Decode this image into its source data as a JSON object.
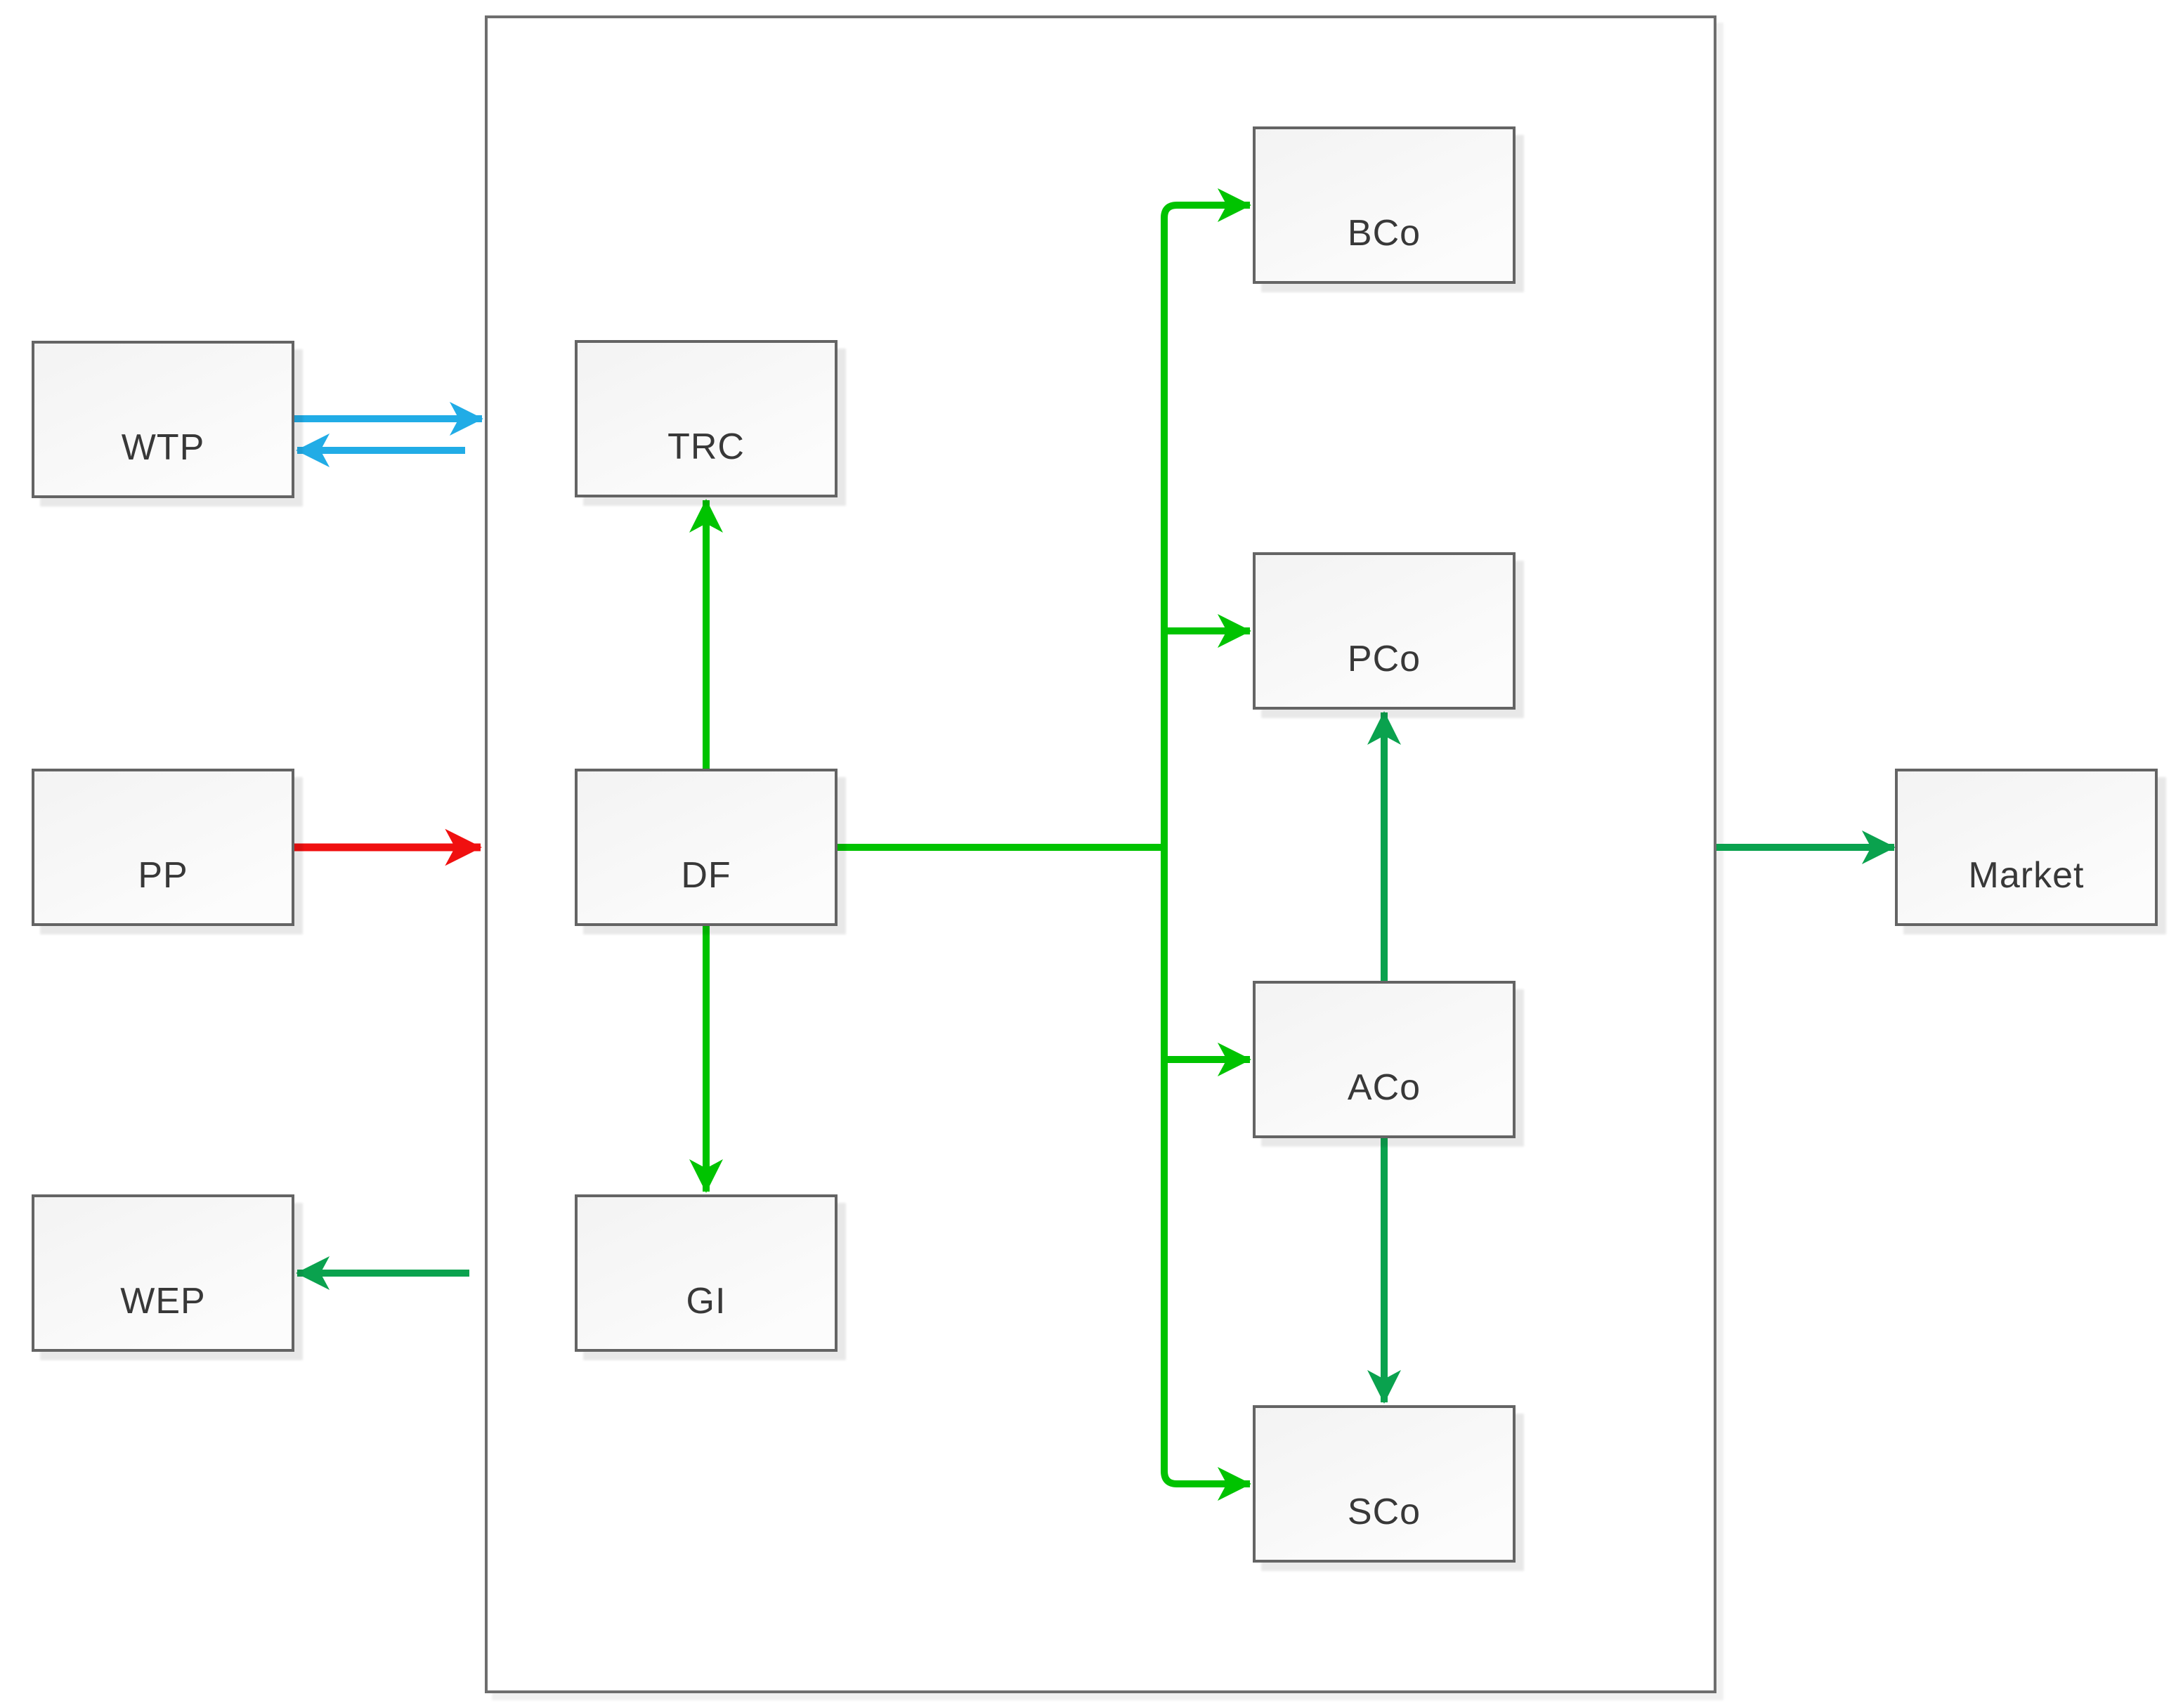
{
  "diagram": {
    "nodes": {
      "wtp": {
        "label": "WTP"
      },
      "pp": {
        "label": "PP"
      },
      "wep": {
        "label": "WEP"
      },
      "trc": {
        "label": "TRC"
      },
      "df": {
        "label": "DF"
      },
      "gi": {
        "label": "GI"
      },
      "bco": {
        "label": "BCo"
      },
      "pco": {
        "label": "PCo"
      },
      "aco": {
        "label": "ACo"
      },
      "sco": {
        "label": "SCo"
      },
      "market": {
        "label": "Market"
      }
    },
    "edges": [
      {
        "id": "wtp-to-group",
        "from": "wtp",
        "to": "group",
        "color": "blue"
      },
      {
        "id": "group-to-wtp",
        "from": "group",
        "to": "wtp",
        "color": "blue"
      },
      {
        "id": "pp-to-group",
        "from": "pp",
        "to": "group",
        "color": "red"
      },
      {
        "id": "group-to-wep",
        "from": "group",
        "to": "wep",
        "color": "green_dark"
      },
      {
        "id": "df-to-trc",
        "from": "df",
        "to": "trc",
        "color": "green_bright"
      },
      {
        "id": "df-to-gi",
        "from": "df",
        "to": "gi",
        "color": "green_bright"
      },
      {
        "id": "df-to-bco",
        "from": "df",
        "to": "bco",
        "color": "green_bright"
      },
      {
        "id": "df-to-pco",
        "from": "df",
        "to": "pco",
        "color": "green_bright"
      },
      {
        "id": "df-to-aco",
        "from": "df",
        "to": "aco",
        "color": "green_bright"
      },
      {
        "id": "df-to-sco",
        "from": "df",
        "to": "sco",
        "color": "green_bright"
      },
      {
        "id": "aco-to-pco",
        "from": "aco",
        "to": "pco",
        "color": "green_dark"
      },
      {
        "id": "aco-to-sco",
        "from": "aco",
        "to": "sco",
        "color": "green_dark"
      },
      {
        "id": "group-to-market",
        "from": "group",
        "to": "market",
        "color": "green_dark"
      }
    ],
    "colors": {
      "green_bright": "#00C300",
      "green_dark": "#0AA24E",
      "blue": "#21ACE6",
      "red": "#F01010",
      "box_border": "#646464",
      "container_border": "#6E6E6E",
      "label": "#383838",
      "box_fill_light": "#FCFCFC",
      "box_fill_dark": "#F3F3F3"
    }
  }
}
